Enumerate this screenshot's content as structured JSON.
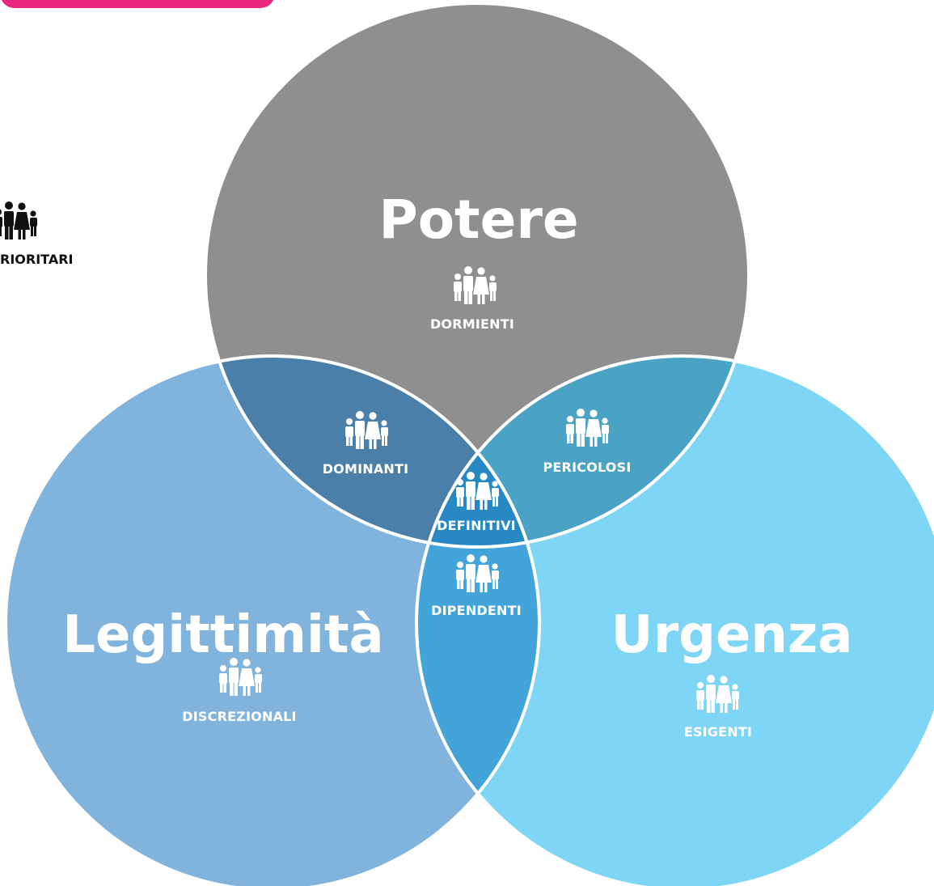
{
  "colors": {
    "potere": "#8f8f8f",
    "legittimita": "#81b4dc",
    "urgenza": "#7fd5f5",
    "dominanti": "#4a7fa9",
    "pericolosi": "#4aa3c5",
    "dipendenti": "#43a4da",
    "definitivi": "#2788c3",
    "banner": "#e8287e"
  },
  "circles": {
    "potere": {
      "title": "Potere",
      "label": "DORMIENTI",
      "icon": "family-icon"
    },
    "legittimita": {
      "title": "Legittimità",
      "label": "DISCREZIONALI",
      "icon": "family-icon"
    },
    "urgenza": {
      "title": "Urgenza",
      "label": "ESIGENTI",
      "icon": "family-icon"
    }
  },
  "intersections": {
    "dominanti": {
      "label": "DOMINANTI",
      "icon": "family-icon"
    },
    "pericolosi": {
      "label": "PERICOLOSI",
      "icon": "family-icon"
    },
    "dipendenti": {
      "label": "DIPENDENTI",
      "icon": "family-icon"
    },
    "definitivi": {
      "label": "DEFINITIVI",
      "icon": "family-icon"
    }
  },
  "outside": {
    "label": "RIORITARI",
    "icon": "family-icon"
  }
}
